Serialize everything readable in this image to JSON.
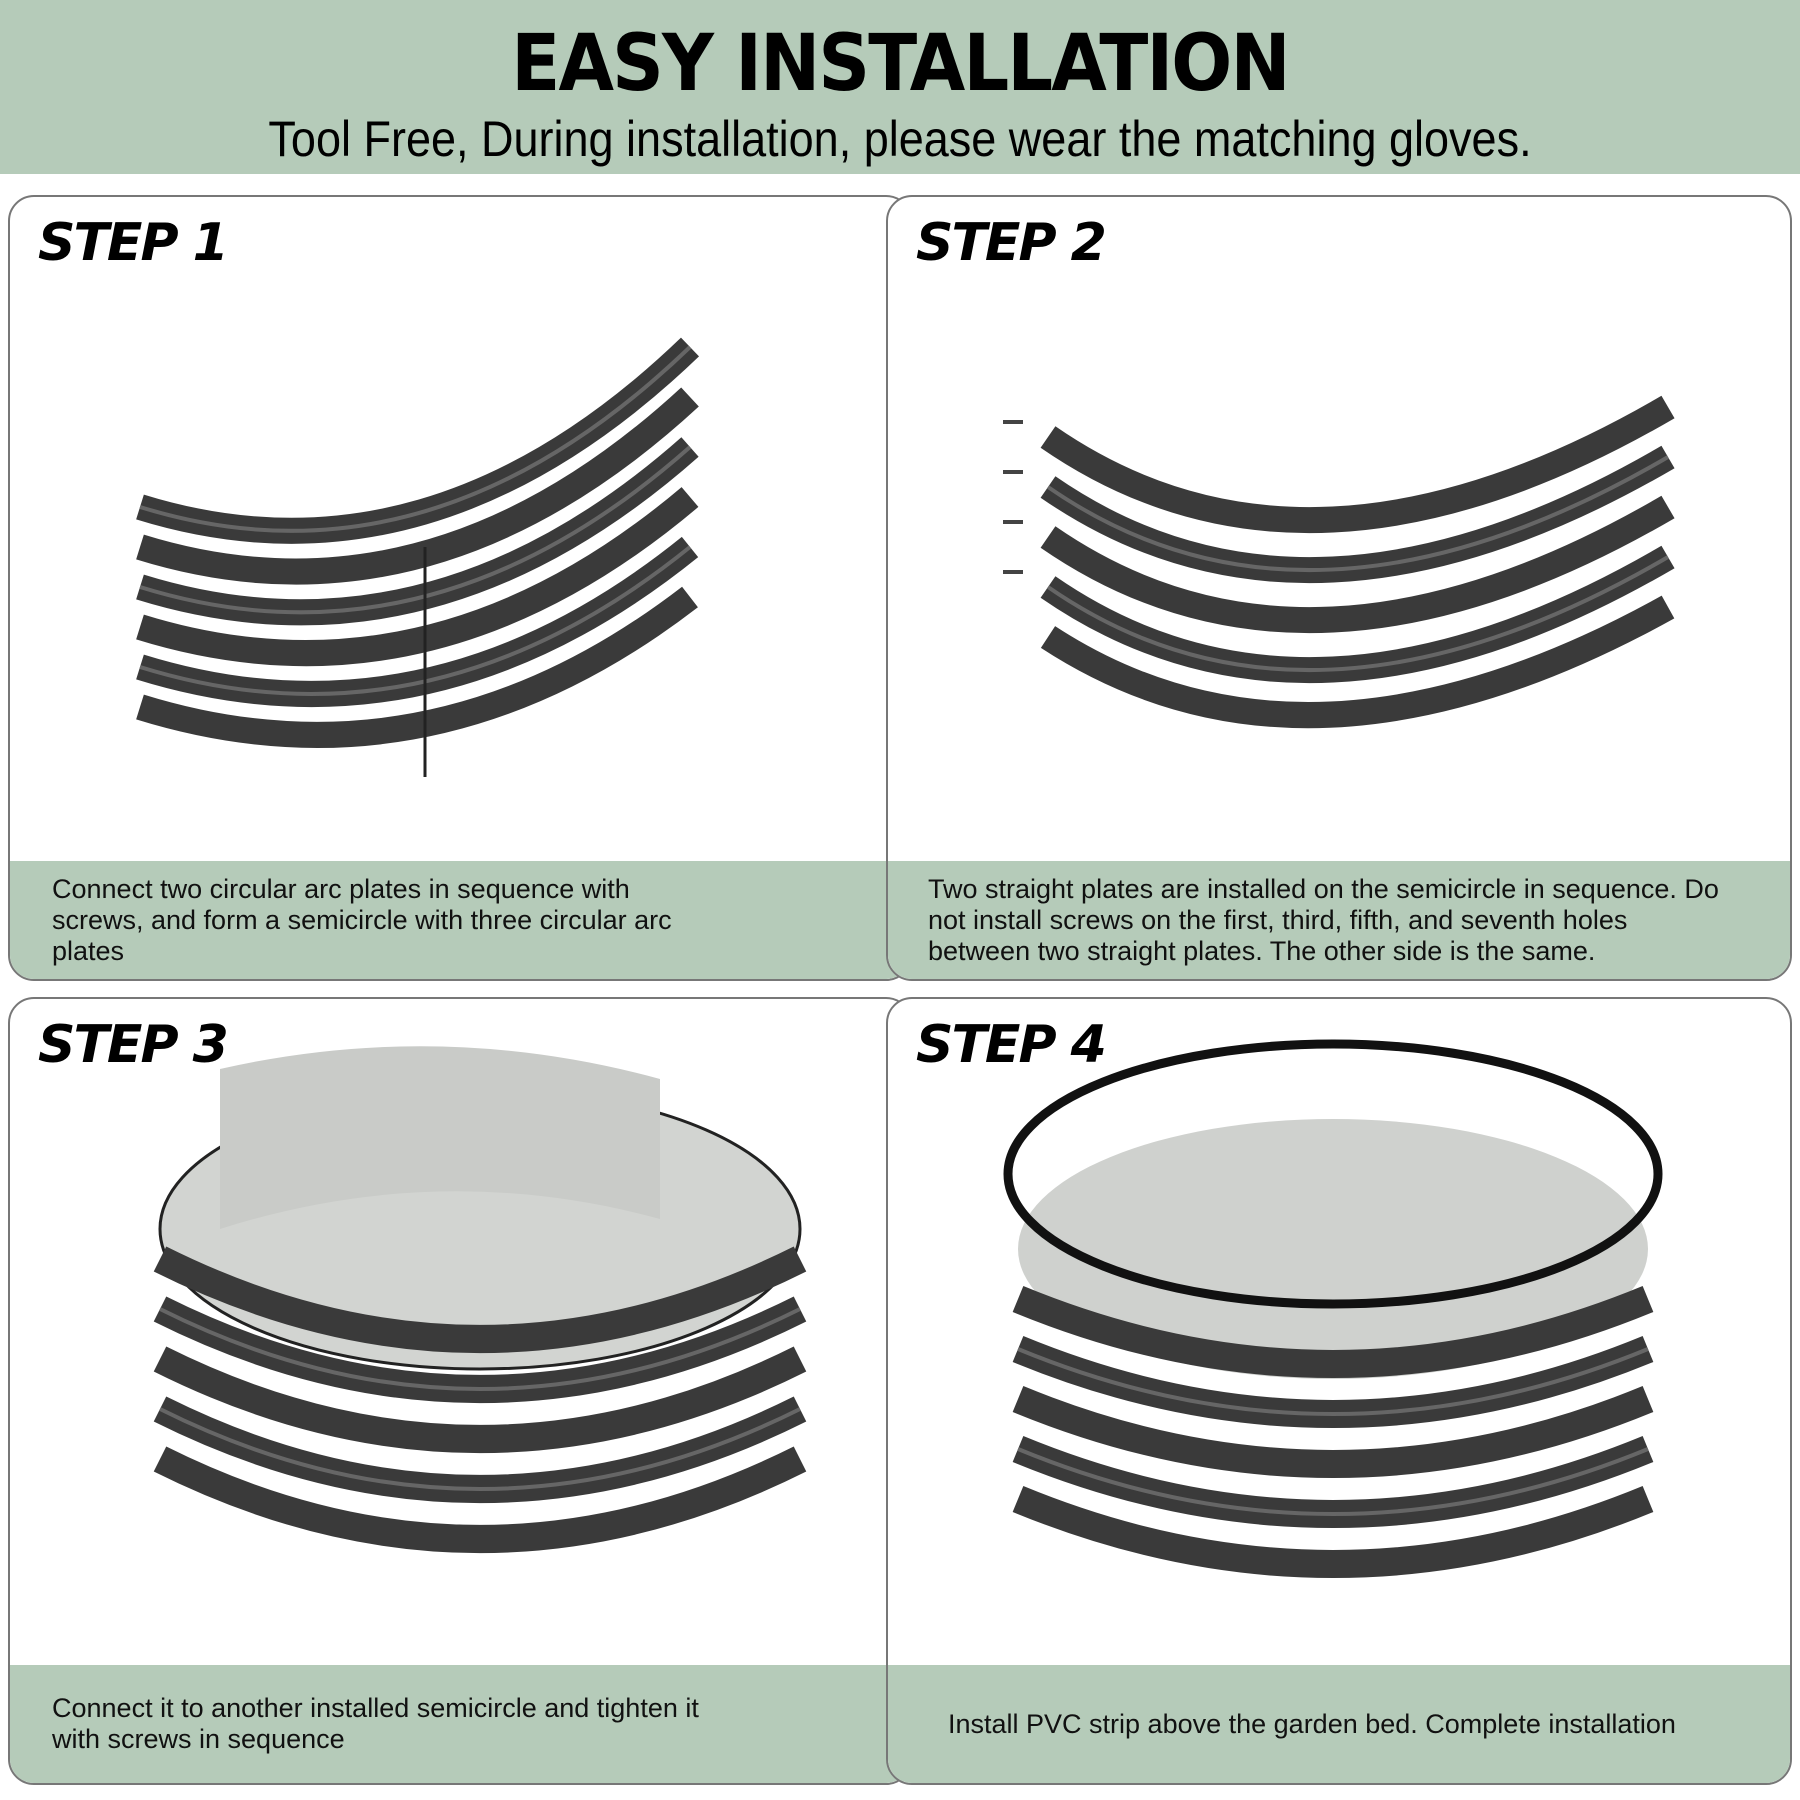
{
  "header": {
    "title": "EASY INSTALLATION",
    "subtitle": "Tool Free, During installation, please wear the matching gloves."
  },
  "steps": [
    {
      "label": "STEP 1",
      "caption": "Connect two circular arc plates in sequence with screws, and form a semicircle with three circular arc plates"
    },
    {
      "label": "STEP 2",
      "caption": "Two straight plates are installed on the semicircle in sequence. Do not install screws on the first, third, fifth, and seventh holes between two straight plates. The other side is the same."
    },
    {
      "label": "STEP 3",
      "caption": "Connect it to another installed semicircle and tighten it with screws in sequence"
    },
    {
      "label": "STEP 4",
      "caption": "Install PVC strip above the garden bed. Complete installation"
    }
  ],
  "colors": {
    "band": "#b5cbb9",
    "metal": "#3a3a3a",
    "inner": "#c9cbc8"
  }
}
